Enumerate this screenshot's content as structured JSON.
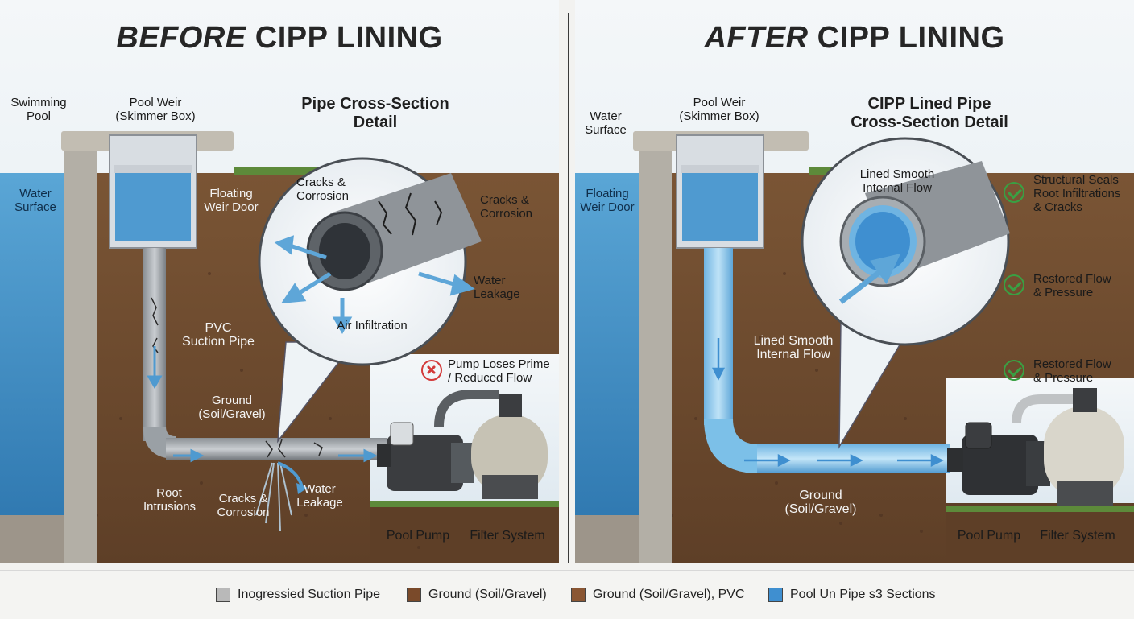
{
  "before": {
    "title_prefix": "BEFORE",
    "title_rest": " CIPP LINING",
    "swimming_pool": "Swimming\nPool",
    "water_surface": "Water\nSurface",
    "pool_weir": "Pool Weir\n(Skimmer Box)",
    "floating_weir_door": "Floating\nWeir Door",
    "pvc_pipe": "PVC\nSuction Pipe",
    "ground": "Ground\n(Soil/Gravel)",
    "root_intrusions": "Root\nIntrusions",
    "cracks_bottom": "Cracks &\nCorrosion",
    "leak_bottom": "Water\nLeakage",
    "detail_title": "Pipe Cross-Section\nDetail",
    "detail_cracks_1": "Cracks &\nCorrosion",
    "detail_cracks_2": "Cracks &\nCorrosion",
    "detail_leak": "Water\nLeakage",
    "detail_air": "Air Infiltration",
    "status": "Pump Loses Prime\n/ Reduced Flow",
    "pool_pump": "Pool Pump",
    "filter_system": "Filter System"
  },
  "after": {
    "title_prefix": "AFTER",
    "title_rest": " CIPP LINING",
    "water_surface": "Water\nSurface",
    "floating_weir_door": "Floating\nWeir Door",
    "pool_weir": "Pool Weir\n(Skimmer Box)",
    "detail_title": "CIPP Lined Pipe\nCross-Section Detail",
    "detail_flow": "Lined Smooth\nInternal Flow",
    "pipe_flow": "Lined Smooth\nInternal Flow",
    "ground": "Ground\n(Soil/Gravel)",
    "benefit_1": "Structural Seals\nRoot Infiltrations\n& Cracks",
    "benefit_2": "Restored Flow\n& Pressure",
    "benefit_3": "Restored Flow\n& Pressure",
    "pool_pump": "Pool Pump",
    "filter_system": "Filter System"
  },
  "legend": [
    {
      "label": "Inogressied Suction Pipe",
      "color": "#b9b9b9"
    },
    {
      "label": "Ground (Soil/Gravel)",
      "color": "#7a4a2a"
    },
    {
      "label": "Ground (Soil/Gravel), PVC",
      "color": "#8a5633"
    },
    {
      "label": "Pool Un Pipe s3 Sections",
      "color": "#3f8fd0"
    }
  ],
  "colors": {
    "sky": "#eaf1f6",
    "water": "#3c8bc4",
    "soil": "#7a5233",
    "concrete": "#b5b1a8",
    "grass": "#5d8a3a",
    "bad": "#d33a3a",
    "ok": "#3aa043"
  }
}
